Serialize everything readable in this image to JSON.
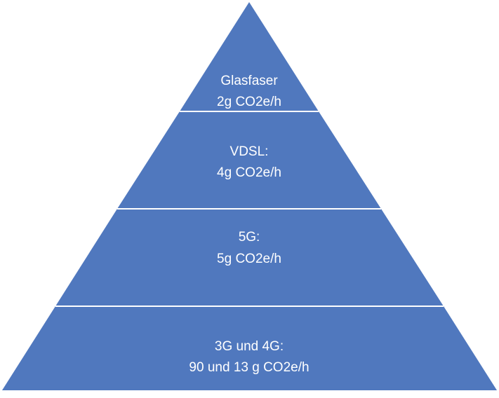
{
  "diagram": {
    "type": "pyramid",
    "fill_color": "#5078BE",
    "divider_color": "#FFFFFF",
    "levels": [
      {
        "title": "Glasfaser",
        "value": "2g CO2e/h"
      },
      {
        "title": "VDSL:",
        "value": "4g CO2e/h"
      },
      {
        "title": "5G:",
        "value": "5g CO2e/h"
      },
      {
        "title": "3G und 4G:",
        "value": "90 und 13 g CO2e/h"
      }
    ]
  }
}
